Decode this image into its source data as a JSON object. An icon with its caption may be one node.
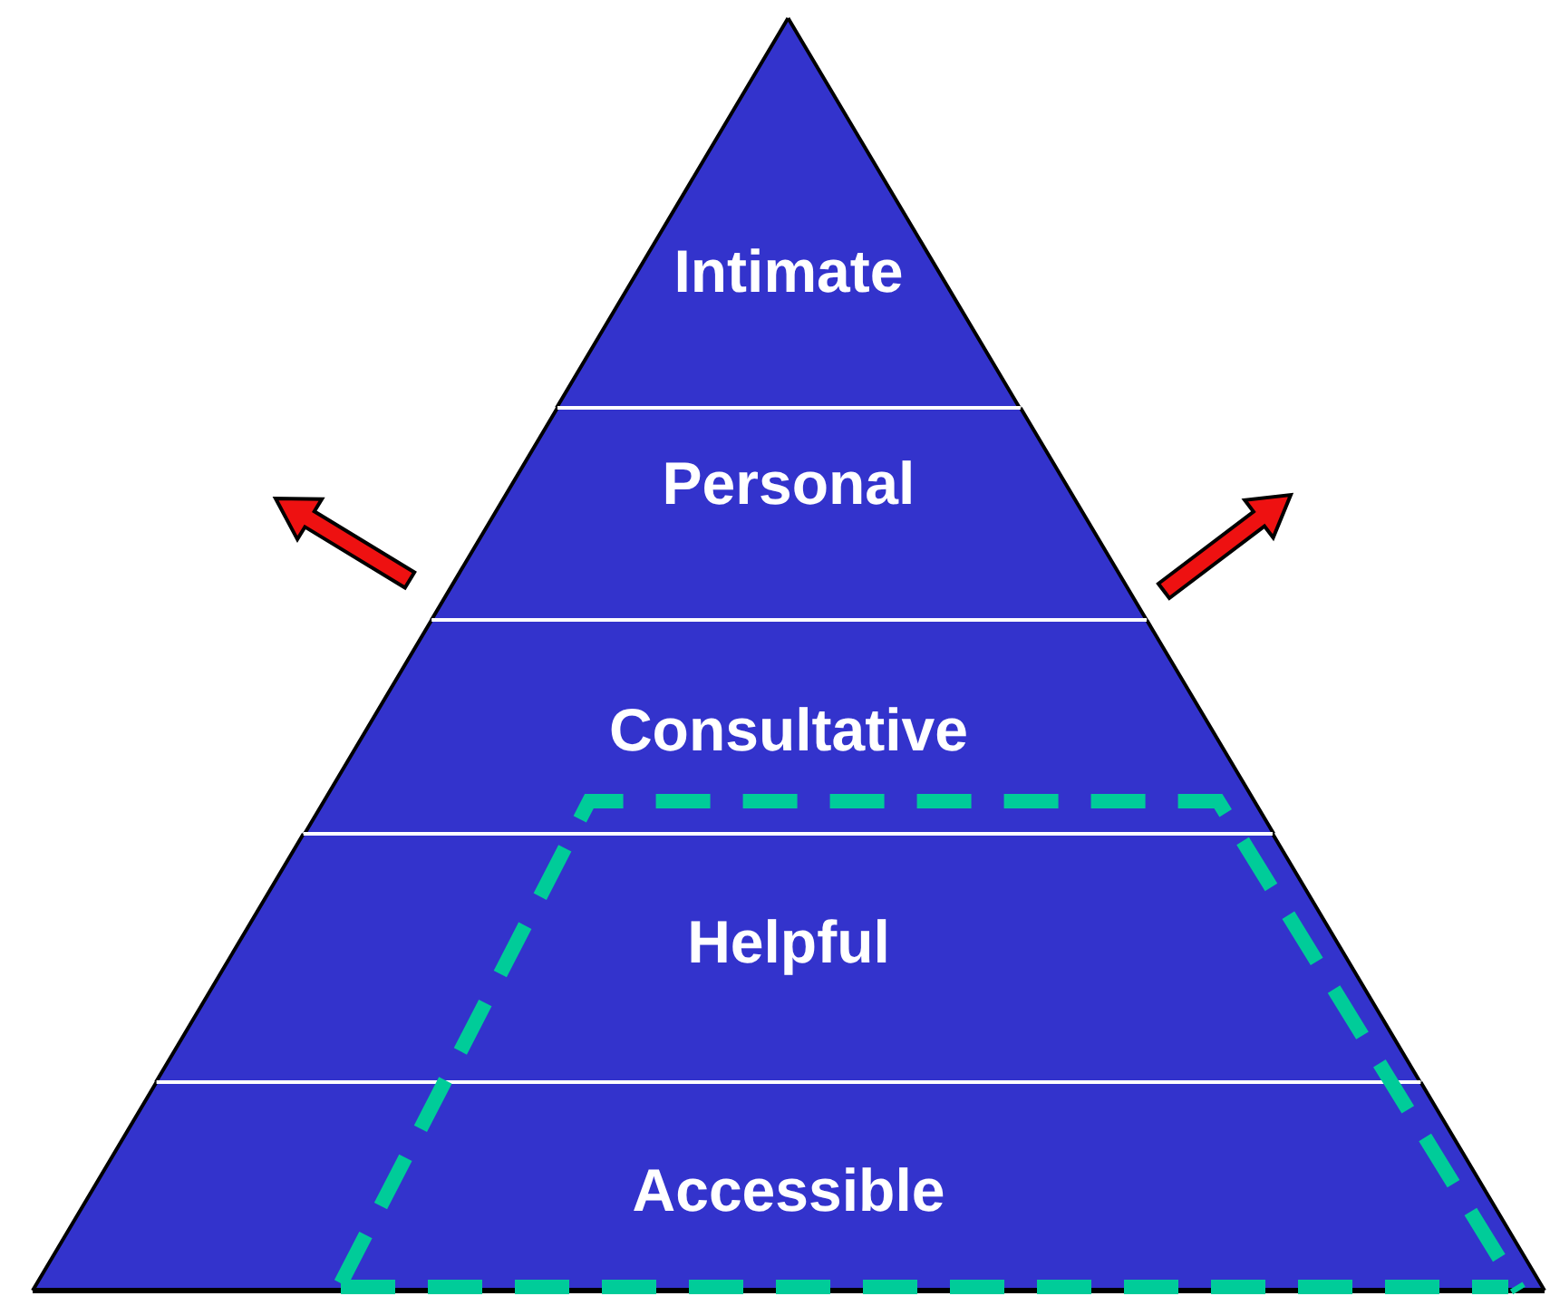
{
  "diagram": {
    "nodes": [
      {
        "text": [
          "Intimate"
        ]
      },
      {
        "text": [
          "Personal"
        ]
      },
      {
        "text": [
          "Consultative"
        ]
      },
      {
        "text": [
          "Helpful"
        ]
      },
      {
        "text": [
          "Accessible"
        ]
      }
    ]
  }
}
